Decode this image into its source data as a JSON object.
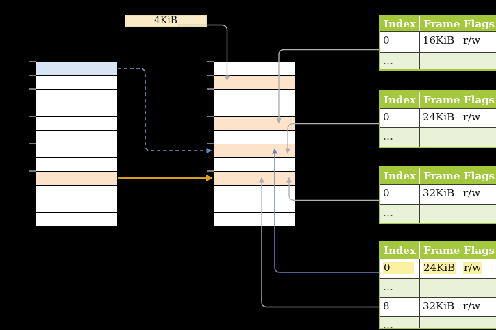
{
  "page_size_label": "4KiB",
  "colors": {
    "background": "#000000",
    "row_white": "#ffffff",
    "row_blue": "#d8e5f5",
    "row_orange": "#fce3c9",
    "box_beige": "#faeac7",
    "table_header_green": "#a4c73e",
    "table_row_green": "#e9f1d8",
    "highlight_yellow": "#fbf1a2",
    "arrow_gray": "#b0b0b0",
    "arrow_blue": "#6287c0",
    "arrow_blue_dash": "#7d9cd0",
    "arrow_orange": "#d89e1b",
    "tick_gray": "#787878"
  },
  "left_column": {
    "rows": 12,
    "highlighted_blue_row": 1,
    "highlighted_orange_row": 9
  },
  "middle_column": {
    "rows": 12,
    "highlighted_orange_rows": [
      2,
      5,
      7,
      9
    ]
  },
  "page_tables": [
    {
      "headers": [
        "Index",
        "Frame",
        "Flags"
      ],
      "rows": [
        {
          "cells": [
            "0",
            "16KiB",
            "r/w"
          ],
          "shade": false,
          "highlight": false
        },
        {
          "cells": [
            "…",
            "",
            ""
          ],
          "shade": true,
          "highlight": false
        }
      ]
    },
    {
      "headers": [
        "Index",
        "Frame",
        "Flags"
      ],
      "rows": [
        {
          "cells": [
            "0",
            "24KiB",
            "r/w"
          ],
          "shade": false,
          "highlight": false
        },
        {
          "cells": [
            "…",
            "",
            ""
          ],
          "shade": true,
          "highlight": false
        }
      ]
    },
    {
      "headers": [
        "Index",
        "Frame",
        "Flags"
      ],
      "rows": [
        {
          "cells": [
            "0",
            "32KiB",
            "r/w"
          ],
          "shade": false,
          "highlight": false
        },
        {
          "cells": [
            "…",
            "",
            ""
          ],
          "shade": true,
          "highlight": false
        }
      ]
    },
    {
      "headers": [
        "Index",
        "Frame",
        "Flags"
      ],
      "rows": [
        {
          "cells": [
            "0",
            "24KiB",
            "r/w"
          ],
          "shade": false,
          "highlight": true
        },
        {
          "cells": [
            "…",
            "",
            ""
          ],
          "shade": true,
          "highlight": false
        },
        {
          "cells": [
            "8",
            "32KiB",
            "r/w"
          ],
          "shade": false,
          "highlight": false
        },
        {
          "cells": [
            "…",
            "",
            ""
          ],
          "shade": true,
          "highlight": false
        }
      ]
    }
  ]
}
